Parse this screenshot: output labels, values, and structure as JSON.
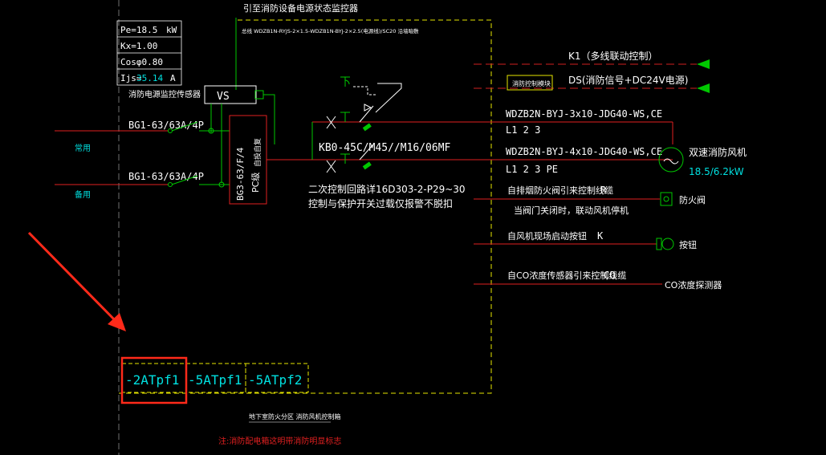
{
  "colors": {
    "background": "#000000",
    "white": "#ffffff",
    "green": "#00c800",
    "cyan": "#00e0e0",
    "red": "#e02020",
    "yellow": "#e6e600",
    "dashed_red": "#d02020",
    "highlight": "#ff2a1a"
  },
  "header": {
    "top_title": "引至消防设备电源状态监控器",
    "cable_spec": "总线 WDZB1N-RYJS-2×1.5-WDZB1N-BYJ-2×2.5(电源线)/SC20 沿墙暗敷"
  },
  "param_table": {
    "pe": "Pe=18.5",
    "pe_unit": "kW",
    "kx": "Kx=1.00",
    "cos": "Cosφ0.80",
    "ijs_label": "Ijs=",
    "ijs_value": "35.14",
    "ijs_unit": "A"
  },
  "sensor_label": "消防电源监控传感器",
  "vs_box": "VS",
  "feeds": {
    "normal_label": "常用",
    "backup_label": "备用",
    "breaker_1": "BG1-63/63A/4P",
    "breaker_2": "BG1-63/63A/4P"
  },
  "ats": {
    "model": "BG3-63/F/4",
    "type": "PC级",
    "auto": "自投自复"
  },
  "contactor": {
    "model": "KB0-45C/M45//M16/06MF",
    "note_1": "二次控制回路详16D303-2-P29~30",
    "note_2": "控制与保护开关过载仅报警不脱扣"
  },
  "signals": {
    "k1": "K1（多线联动控制）",
    "ds": "DS(消防信号+DC24V电源)",
    "module": "消防控制模块"
  },
  "cables": {
    "cable_1": "WDZB2N-BYJ-3x10-JDG40-WS,CE",
    "cable_1_phase": "L1 2 3",
    "cable_2": "WDZB2N-BYJ-4x10-JDG40-WS,CE",
    "cable_2_phase": "L1 2 3 PE"
  },
  "fan": {
    "name": "双速消防风机",
    "power": "18.5/6.2kW"
  },
  "controls": {
    "line_1": "自排烟防火阀引来控制线缆",
    "line_1_code": "R",
    "line_1_note": "当阀门关闭时，联动风机停机",
    "line_1_target": "防火阀",
    "line_2": "自风机现场启动按钮",
    "line_2_code": "K",
    "line_2_target": "按钮",
    "line_3": "自CO浓度传感器引来控制线缆",
    "line_3_code": "CO",
    "line_3_target": "CO浓度探测器"
  },
  "labels": {
    "box_1": "-2ATpf1",
    "box_2": "-5ATpf1",
    "box_3": "-5ATpf2",
    "bottom_caption": "地下室防火分区  消防风机控制箱",
    "bottom_note": "注:消防配电箱这明带消防明显标志"
  }
}
